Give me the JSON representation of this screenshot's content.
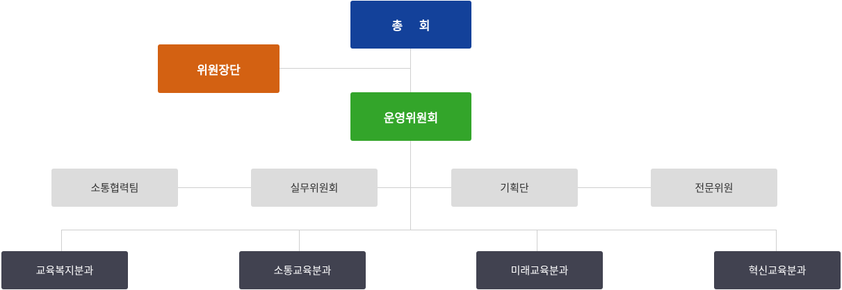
{
  "colors": {
    "general_assembly": "#13419a",
    "chairmen": "#d36112",
    "steering": "#33a52a",
    "support": "#dcdcdc",
    "divisions": "#414250",
    "lines": "#cfcfcf"
  },
  "org": {
    "general_assembly": "총    회",
    "chairmen": "위원장단",
    "steering_committee": "운영위원회",
    "support_units": [
      "소통협력팀",
      "실무위원회",
      "기획단",
      "전문위원"
    ],
    "divisions": [
      "교육복지분과",
      "소통교육분과",
      "미래교육분과",
      "혁신교육분과"
    ]
  }
}
